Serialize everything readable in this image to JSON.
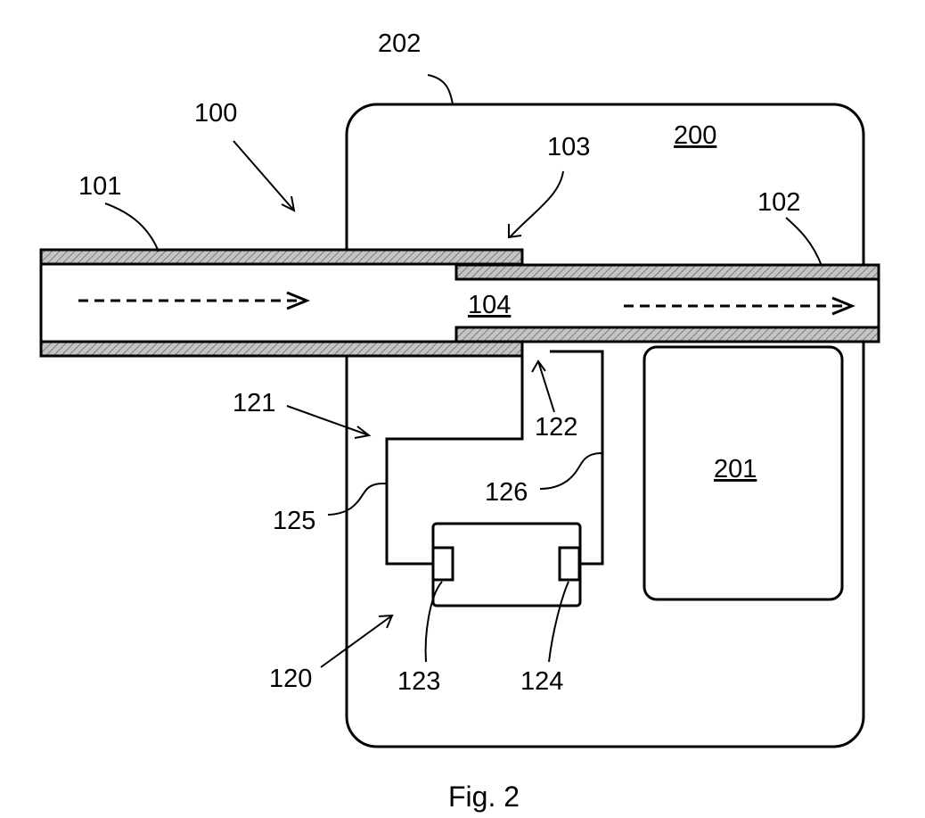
{
  "caption": "Fig. 2",
  "labels": {
    "device": "100",
    "first_tube": "101",
    "second_tube": "102",
    "overlap": "103",
    "lumen": "104",
    "circuit": "120",
    "loop": "121",
    "gap": "122",
    "left_contact": "123",
    "right_contact": "124",
    "left_lead": "125",
    "right_lead": "126",
    "housing": "200",
    "unit": "201",
    "housing_wall": "202"
  },
  "colors": {
    "line": "#000000",
    "hatch_fill": "#b8b8b8",
    "background": "#ffffff"
  }
}
